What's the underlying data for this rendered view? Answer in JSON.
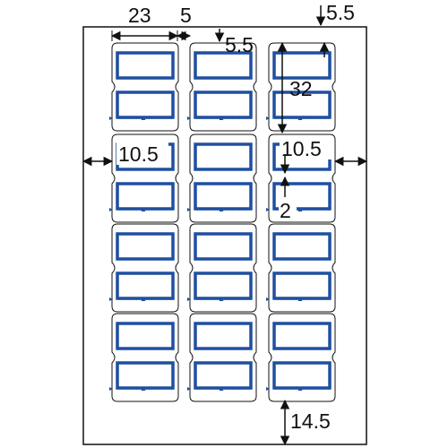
{
  "dimensions": {
    "label_width": "23",
    "column_gap": "5",
    "top_right_margin": "5.5",
    "top_margin": "5.5",
    "label_height": "32",
    "left_margin": "10.5",
    "right_margin": "10.5",
    "label_gap": "2",
    "bottom_margin": "14.5"
  },
  "colors": {
    "outline": "#111111",
    "window_border": "#1f4fa0",
    "background": "#ffffff"
  }
}
